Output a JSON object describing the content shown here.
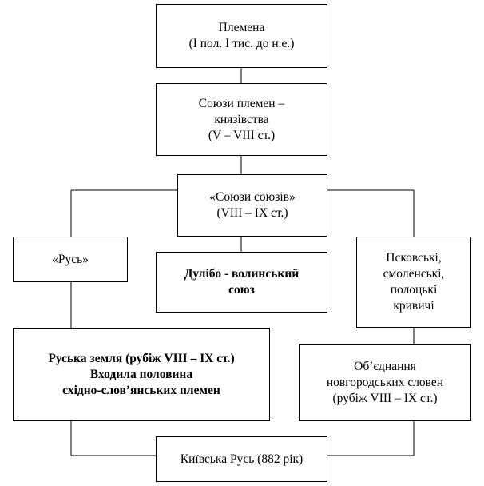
{
  "nodes": {
    "tribes": {
      "lines": [
        "Племена",
        "(I пол. I тис. до н.е.)"
      ]
    },
    "tribal_unions": {
      "lines": [
        "Союзи племен –",
        "князівства",
        "(V – VIII ст.)"
      ]
    },
    "unions_of_unions": {
      "lines": [
        "«Союзи союзів»",
        "(VIII – IX ст.)"
      ]
    },
    "rus": {
      "lines": [
        "«Русь»"
      ]
    },
    "dulib": {
      "lines": [
        "Дулібо - волинський",
        "союз"
      ]
    },
    "pskov": {
      "lines": [
        "Псковські,",
        "смоленські,",
        "полоцькі",
        "кривичі"
      ]
    },
    "rus_land": {
      "lines": [
        "Руська земля (рубіж VIII – IX ст.)",
        "Входила половина",
        "східно-слов’янських племен"
      ]
    },
    "novgorod": {
      "lines": [
        "Об’єднання",
        "новгородських словен",
        "(рубіж VIII – IX ст.)"
      ]
    },
    "kyiv_rus": {
      "lines": [
        "Київська Русь (882 рік)"
      ]
    }
  }
}
